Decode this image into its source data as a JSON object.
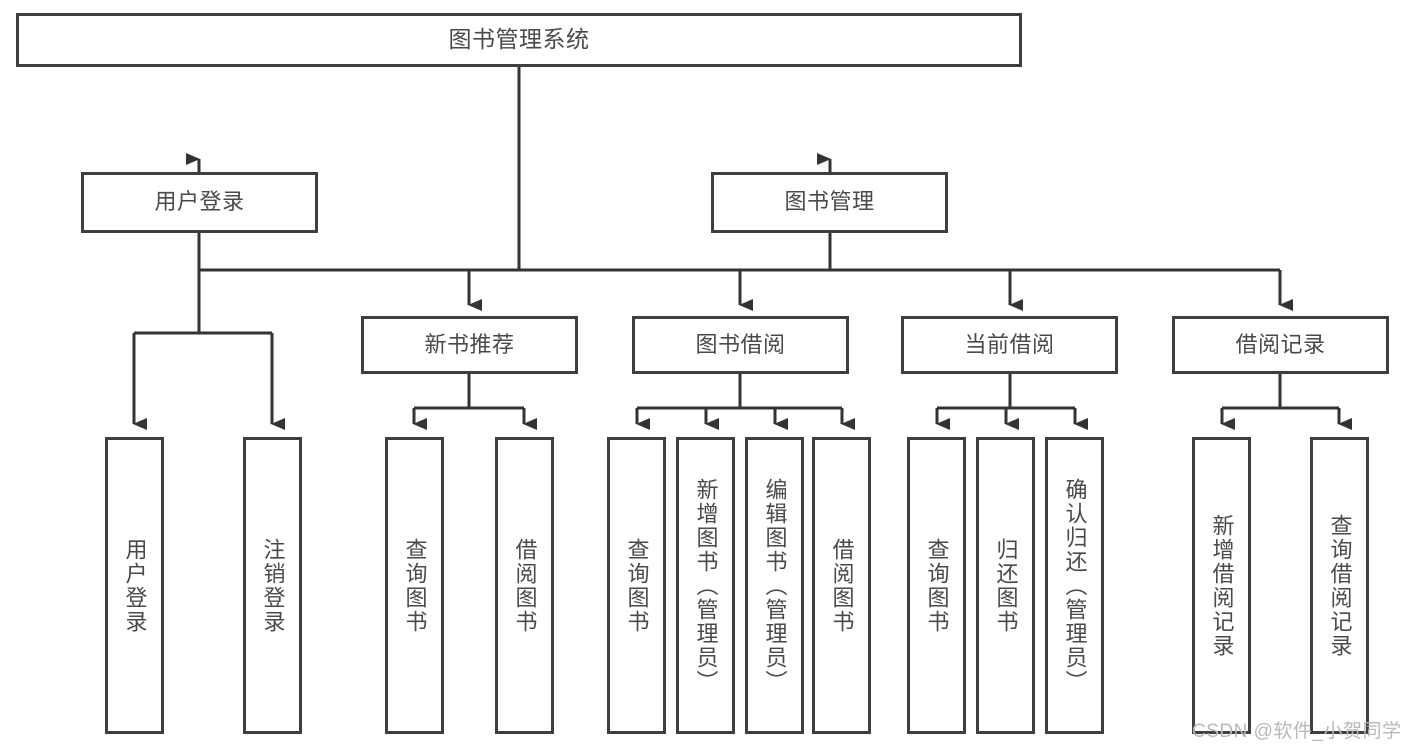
{
  "diagram": {
    "title": "图书管理系统",
    "root": {
      "id": "root",
      "label": "图书管理系统"
    },
    "level1": [
      {
        "id": "user-login",
        "label": "用户登录"
      },
      {
        "id": "book-manage",
        "label": "图书管理"
      }
    ],
    "level2": [
      {
        "id": "new-book-recommend",
        "label": "新书推荐"
      },
      {
        "id": "book-borrow",
        "label": "图书借阅"
      },
      {
        "id": "current-borrow",
        "label": "当前借阅"
      },
      {
        "id": "borrow-record",
        "label": "借阅记录"
      }
    ],
    "leaves": [
      {
        "id": "leaf-user-login",
        "label": "用户登录",
        "parent": "user-login"
      },
      {
        "id": "leaf-logout-login",
        "label": "注销登录",
        "parent": "user-login"
      },
      {
        "id": "leaf-query-book-1",
        "label": "查询图书",
        "parent": "new-book-recommend"
      },
      {
        "id": "leaf-borrow-book-1",
        "label": "借阅图书",
        "parent": "new-book-recommend"
      },
      {
        "id": "leaf-query-book-2",
        "label": "查询图书",
        "parent": "book-borrow"
      },
      {
        "id": "leaf-add-book",
        "label": "新增图书（管理员）",
        "parent": "book-borrow"
      },
      {
        "id": "leaf-edit-book",
        "label": "编辑图书（管理员）",
        "parent": "book-borrow"
      },
      {
        "id": "leaf-borrow-book-2",
        "label": "借阅图书",
        "parent": "book-borrow"
      },
      {
        "id": "leaf-query-book-3",
        "label": "查询图书",
        "parent": "current-borrow"
      },
      {
        "id": "leaf-return-book",
        "label": "归还图书",
        "parent": "current-borrow"
      },
      {
        "id": "leaf-confirm-return",
        "label": "确认归还（管理员）",
        "parent": "current-borrow"
      },
      {
        "id": "leaf-add-record",
        "label": "新增借阅记录",
        "parent": "borrow-record"
      },
      {
        "id": "leaf-query-record",
        "label": "查询借阅记录",
        "parent": "borrow-record"
      }
    ],
    "watermark": "CSDN @软件_小贺同学",
    "colors": {
      "border": "#3f3f3f",
      "text": "#4a4a4a",
      "background": "#ffffff",
      "edge": "#333333",
      "watermark": "#b9b9b9"
    }
  }
}
